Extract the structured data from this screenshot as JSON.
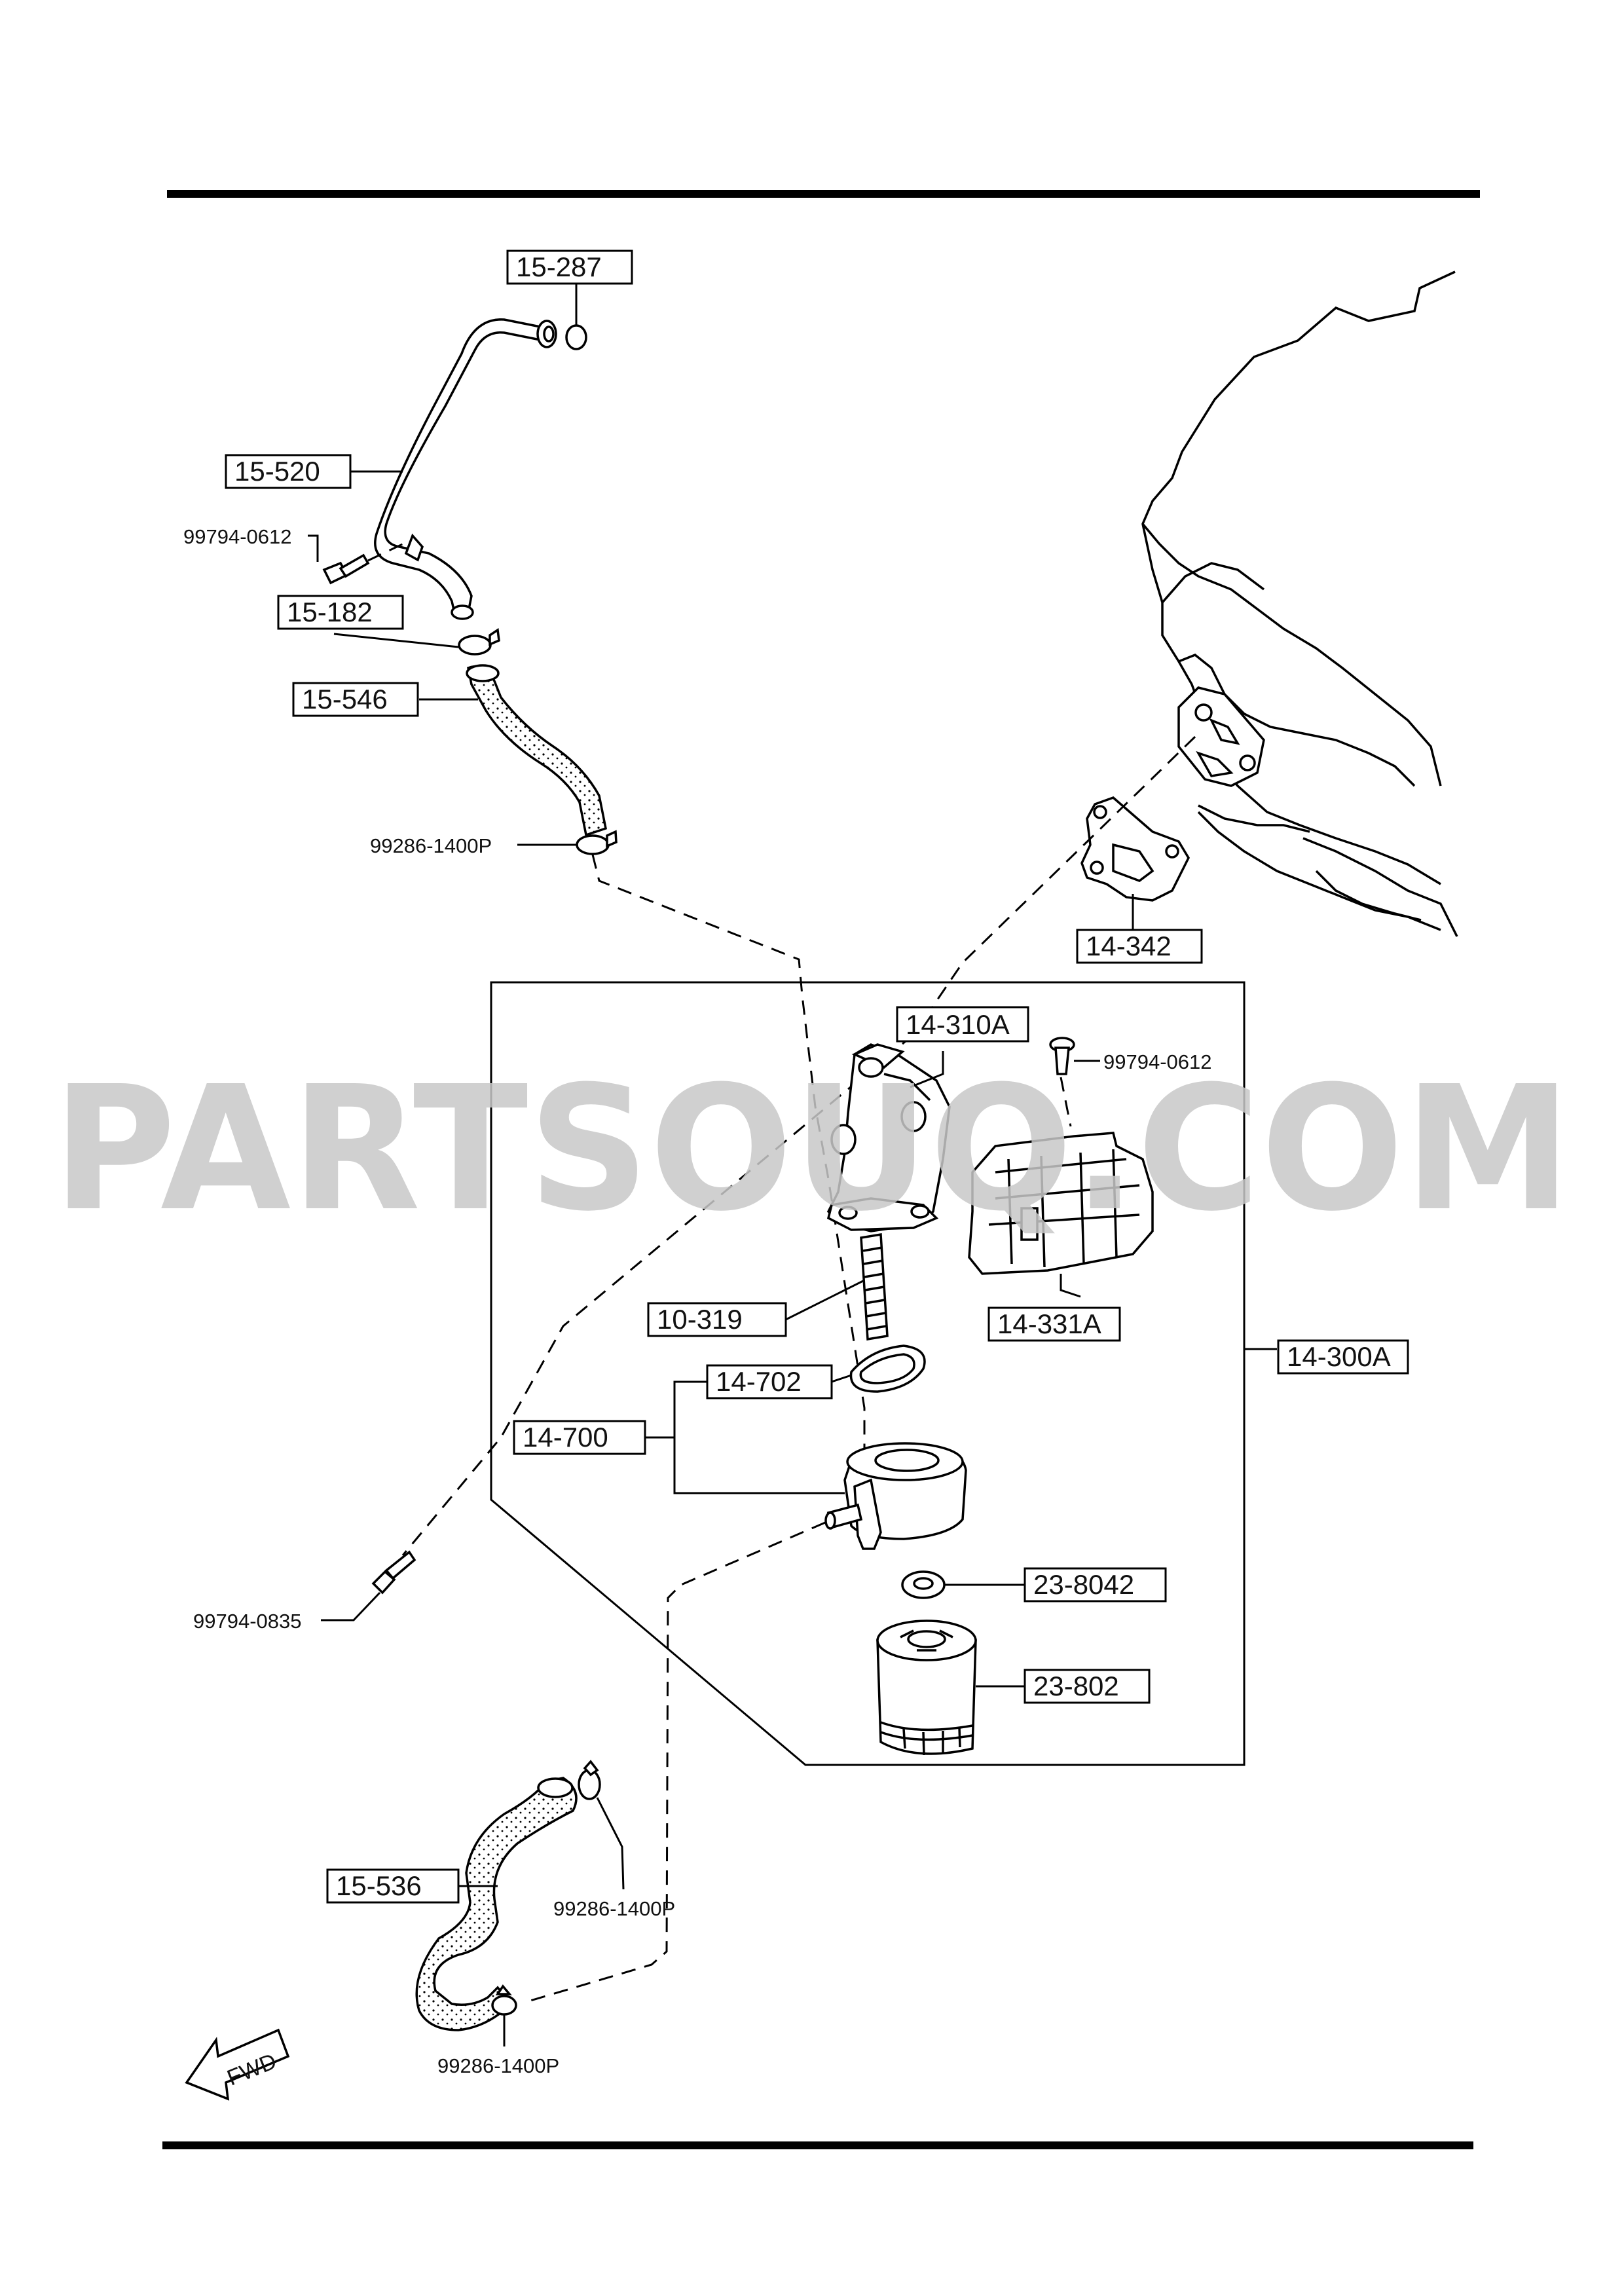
{
  "watermark": "PARTSOUQ.COM",
  "fwd_label": "FWD",
  "parts": {
    "p15_287": "15-287",
    "p15_520": "15-520",
    "p99794_0612_top": "99794-0612",
    "p15_182": "15-182",
    "p15_546": "15-546",
    "p99286_1400P_a": "99286-1400P",
    "p14_342": "14-342",
    "p14_310A": "14-310A",
    "p99794_0612_mid": "99794-0612",
    "p10_319": "10-319",
    "p14_331A": "14-331A",
    "p14_300A": "14-300A",
    "p14_702": "14-702",
    "p14_700": "14-700",
    "p99794_0835": "99794-0835",
    "p23_8042": "23-8042",
    "p23_802": "23-802",
    "p15_536": "15-536",
    "p99286_1400P_b": "99286-1400P",
    "p99286_1400P_c": "99286-1400P"
  }
}
